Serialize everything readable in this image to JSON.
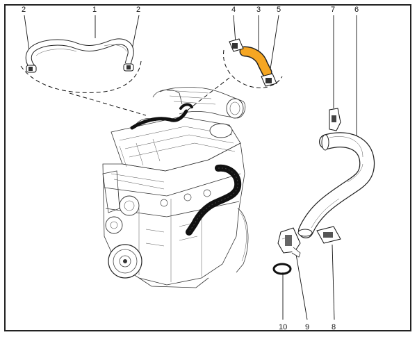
{
  "diagram": {
    "accent_color": "#f5a623",
    "highlighted_part": "3",
    "callouts": [
      {
        "id": "c2a",
        "label": "2"
      },
      {
        "id": "c1",
        "label": "1"
      },
      {
        "id": "c2b",
        "label": "2"
      },
      {
        "id": "c4",
        "label": "4"
      },
      {
        "id": "c3",
        "label": "3"
      },
      {
        "id": "c5",
        "label": "5"
      },
      {
        "id": "c7",
        "label": "7"
      },
      {
        "id": "c6",
        "label": "6"
      },
      {
        "id": "c10",
        "label": "10"
      },
      {
        "id": "c9",
        "label": "9"
      },
      {
        "id": "c8",
        "label": "8"
      }
    ]
  }
}
